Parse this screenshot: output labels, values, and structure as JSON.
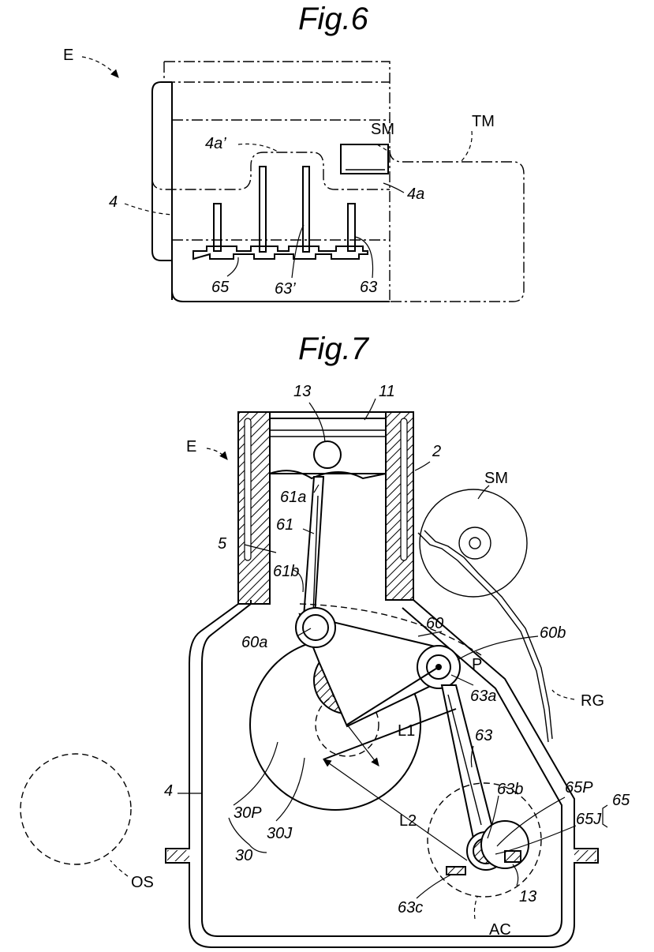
{
  "figures": [
    {
      "title": "Fig.6",
      "labels": [
        "E",
        "4a’",
        "SM",
        "TM",
        "4",
        "4a",
        "65",
        "63’",
        "63"
      ]
    },
    {
      "title": "Fig.7",
      "labels": [
        "13",
        "11",
        "E",
        "2",
        "SM",
        "61a",
        "61",
        "5",
        "61b",
        "60",
        "60b",
        "60a",
        "P",
        "63a",
        "RG",
        "L1",
        "63",
        "4",
        "63b",
        "65P",
        "65",
        "30P",
        "65J",
        "L2",
        "30J",
        "30",
        "OS",
        "13",
        "63c",
        "AC"
      ]
    }
  ]
}
